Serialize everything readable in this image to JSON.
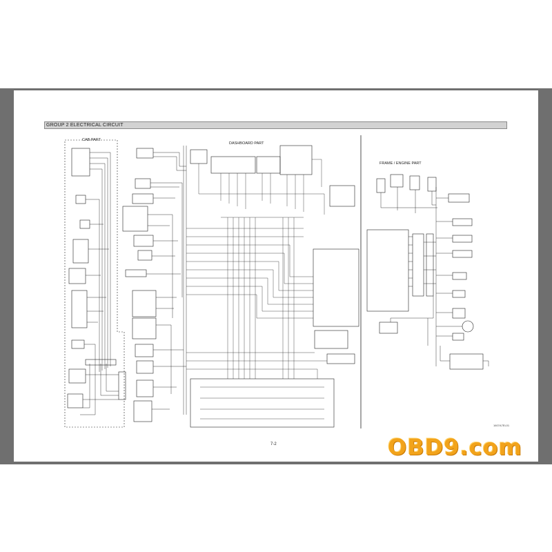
{
  "document": {
    "group_header": "GROUP 2  ELECTRICAL CIRCUIT",
    "sections": {
      "cab": "CAB PART",
      "dashboard": "DASHBOARD PART",
      "frame_engine": "FRAME / ENGINE PART"
    },
    "page_number": "7-2",
    "drawing_code": "1607A7EL01"
  },
  "watermark": {
    "text": "OBD9.com",
    "color": "#f2a31b"
  },
  "colors": {
    "viewer_background": "#6f6f6f",
    "page": "#ffffff",
    "ink": "#222222",
    "header_bar": "#d2d2d2"
  }
}
